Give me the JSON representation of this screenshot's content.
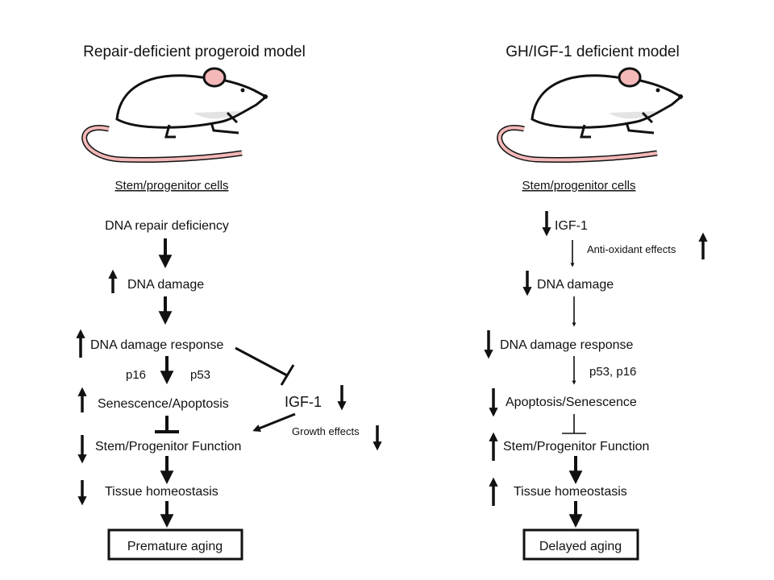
{
  "left_panel": {
    "title": "Repair-deficient progeroid model",
    "cells_label": "Stem/progenitor cells",
    "steps": [
      "DNA repair deficiency",
      "DNA damage",
      "DNA damage response",
      "Senescence/Apoptosis",
      "Stem/Progenitor Function",
      "Tissue homeostasis"
    ],
    "mediator_left": "p16",
    "mediator_right": "p53",
    "igf_label": "IGF-1",
    "growth_label": "Growth effects",
    "outcome": "Premature aging"
  },
  "right_panel": {
    "title": "GH/IGF-1 deficient model",
    "cells_label": "Stem/progenitor cells",
    "steps": [
      "IGF-1",
      "DNA damage",
      "DNA damage response",
      "Apoptosis/Senescence",
      "Stem/Progenitor Function",
      "Tissue homeostasis"
    ],
    "side_label": "Anti-oxidant effects",
    "mediators": "p53, p16",
    "outcome": "Delayed aging"
  },
  "colors": {
    "ink": "#111111",
    "mouse_body": "#ffffff",
    "mouse_pink": "#f4b8b8",
    "mouse_shade": "#e3e3e3"
  },
  "icons": [
    "mouse-illustration",
    "arrow-up-icon",
    "arrow-down-icon",
    "inhibition-bar-icon"
  ]
}
